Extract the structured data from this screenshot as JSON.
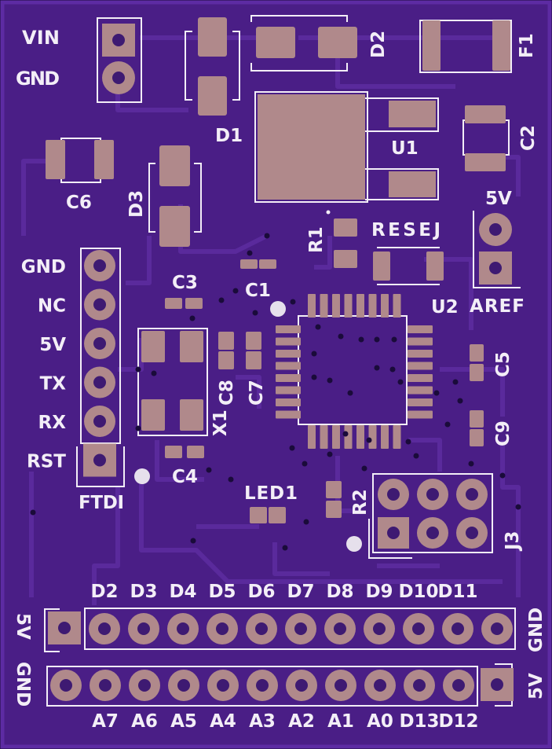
{
  "board": {
    "colors": {
      "board": "#4a1e86",
      "edge": "#5d2ba3",
      "trace": "#5a2a9c",
      "pad": "#b0898b",
      "silk": "#f3eef7",
      "hole": "#3e1a72",
      "via": "#c9c2cc"
    },
    "power_header": {
      "vin": "VIN",
      "gnd": "GND"
    },
    "components": {
      "d1": "D1",
      "d2": "D2",
      "d3": "D3",
      "f1": "F1",
      "u1": "U1",
      "u2": "U2",
      "c1": "C1",
      "c2": "C2",
      "c3": "C3",
      "c4": "C4",
      "c5": "C5",
      "c6": "C6",
      "c7": "C7",
      "c8": "C8",
      "c9": "C9",
      "r1": "R1",
      "r2": "R2",
      "x1": "X1",
      "led1": "LED1",
      "reset": "RESEJ",
      "j3": "J3"
    },
    "aref_header": {
      "top": "5V",
      "bottom": "AREF"
    },
    "ftdi": {
      "title": "FTDI",
      "pins": [
        "GND",
        "NC",
        "5V",
        "TX",
        "RX",
        "RST"
      ]
    },
    "top_header": {
      "left": "5V",
      "right": "GND",
      "pins": [
        "D2",
        "D3",
        "D4",
        "D5",
        "D6",
        "D7",
        "D8",
        "D9",
        "D10",
        "D11"
      ]
    },
    "bottom_header": {
      "left": "GND",
      "right": "5V",
      "pins": [
        "A7",
        "A6",
        "A5",
        "A4",
        "A3",
        "A2",
        "A1",
        "A0",
        "D13",
        "D12"
      ]
    }
  }
}
